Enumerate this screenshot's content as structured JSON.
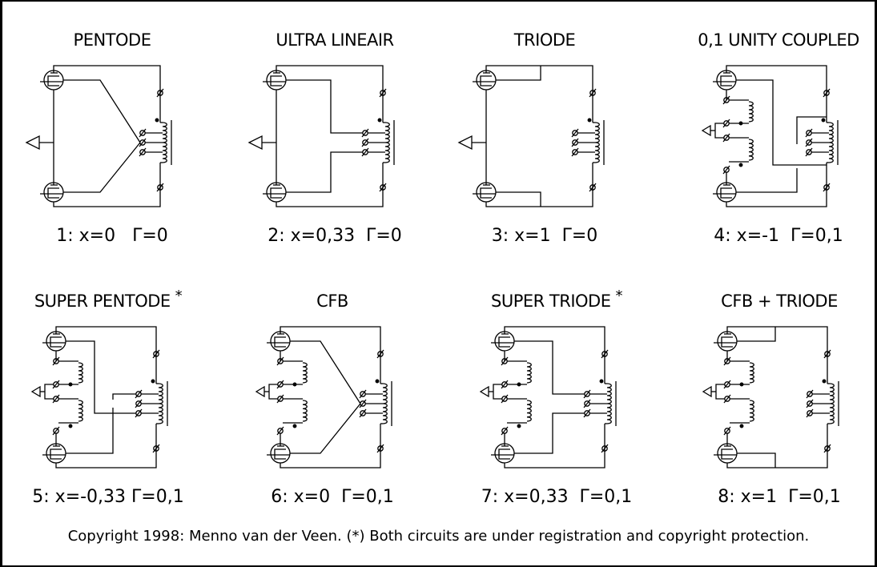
{
  "colors": {
    "ink": "#000000",
    "background": "#ffffff"
  },
  "circuits": [
    {
      "index": 1,
      "title": "PENTODE",
      "starred": false,
      "formula": "1: x=0   Γ=0",
      "output_stage": "pentode",
      "cathode_feedback": false
    },
    {
      "index": 2,
      "title": "ULTRA LINEAIR",
      "starred": false,
      "formula": "2: x=0,33  Γ=0",
      "output_stage": "ultralinear",
      "cathode_feedback": false
    },
    {
      "index": 3,
      "title": "TRIODE",
      "starred": false,
      "formula": "3: x=1  Γ=0",
      "output_stage": "triode",
      "cathode_feedback": false
    },
    {
      "index": 4,
      "title": "0,1 UNITY COUPLED",
      "starred": false,
      "formula": "4: x=-1  Γ=0,1",
      "output_stage": "unity",
      "cathode_feedback": true
    },
    {
      "index": 5,
      "title": "SUPER PENTODE",
      "starred": true,
      "formula": "5: x=-0,33 Γ=0,1",
      "output_stage": "superpentode",
      "cathode_feedback": true
    },
    {
      "index": 6,
      "title": "CFB",
      "starred": false,
      "formula": "6: x=0  Γ=0,1",
      "output_stage": "pentode",
      "cathode_feedback": true
    },
    {
      "index": 7,
      "title": "SUPER TRIODE",
      "starred": true,
      "formula": "7: x=0,33  Γ=0,1",
      "output_stage": "ultralinear",
      "cathode_feedback": true
    },
    {
      "index": 8,
      "title": "CFB + TRIODE",
      "starred": false,
      "formula": "8: x=1  Γ=0,1",
      "output_stage": "triode",
      "cathode_feedback": true
    }
  ],
  "star_mark": "*",
  "footer": "Copyright 1998: Menno van der Veen. (*) Both circuits are under registration and copyright protection."
}
